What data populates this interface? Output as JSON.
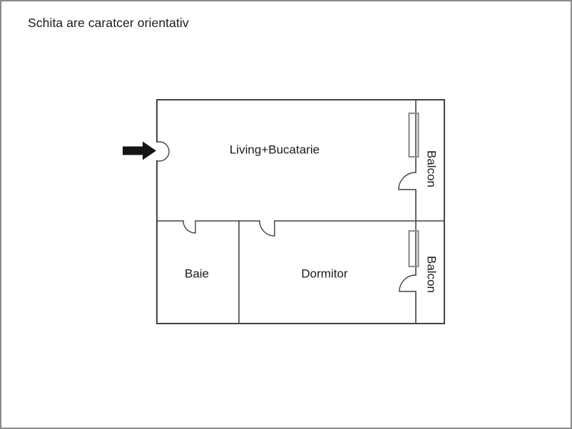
{
  "page": {
    "title": "Schita are caratcer orientativ",
    "background": "#ffffff",
    "border_color": "#8a8a8a"
  },
  "floor_plan": {
    "wall_color": "#434343",
    "window_color": "#8f8f8f",
    "arrow_color": "#151515",
    "text_color": "#1a1a1a",
    "rooms": [
      {
        "id": "living",
        "label": "Living+Bucatarie"
      },
      {
        "id": "baie",
        "label": "Baie"
      },
      {
        "id": "dormitor",
        "label": "Dormitor"
      },
      {
        "id": "balcon-top",
        "label": "Balcon"
      },
      {
        "id": "balcon-bottom",
        "label": "Balcon"
      }
    ],
    "icons": {
      "entrance_arrow": "entrance-arrow-icon",
      "windows": "window-symbol",
      "doors": "door-swing-arc"
    }
  }
}
